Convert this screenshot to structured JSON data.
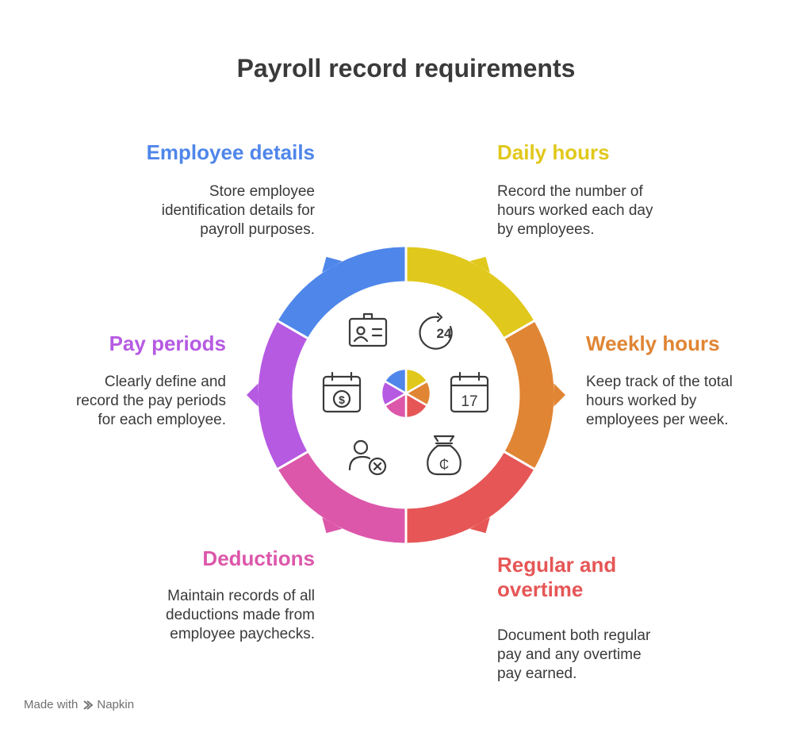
{
  "title": "Payroll record requirements",
  "colors": {
    "blue": "#4F86EA",
    "yellow": "#E1C81C",
    "orange": "#E08534",
    "red": "#E65656",
    "pink": "#DC57AA",
    "purple": "#B65AE2",
    "text": "#3a3a3a",
    "icon": "#3a3a3a"
  },
  "items": {
    "employee_details": {
      "heading": "Employee details",
      "lines": [
        "Store employee",
        "identification details for",
        "payroll purposes."
      ],
      "icon": "id-card-icon"
    },
    "daily_hours": {
      "heading": "Daily hours",
      "lines": [
        "Record the number of",
        "hours worked each day",
        "by employees."
      ],
      "icon": "24-hours-icon"
    },
    "weekly_hours": {
      "heading": "Weekly hours",
      "lines": [
        "Keep track of the total",
        "hours worked by",
        "employees per week."
      ],
      "icon": "calendar-17-icon"
    },
    "regular_overtime": {
      "heading_lines": [
        "Regular and",
        "overtime"
      ],
      "lines": [
        "Document both regular",
        "pay and any overtime",
        "pay earned."
      ],
      "icon": "money-bag-icon"
    },
    "deductions": {
      "heading": "Deductions",
      "lines": [
        "Maintain records of all",
        "deductions made from",
        "employee paychecks."
      ],
      "icon": "user-remove-icon"
    },
    "pay_periods": {
      "heading": "Pay periods",
      "lines": [
        "Clearly define and",
        "record the pay periods",
        "for each employee."
      ],
      "icon": "calendar-dollar-icon"
    }
  },
  "center_icon": "pie-chart-icon",
  "footer": {
    "made_with": "Made with",
    "brand": "Napkin",
    "icon": "napkin-logo-icon"
  }
}
